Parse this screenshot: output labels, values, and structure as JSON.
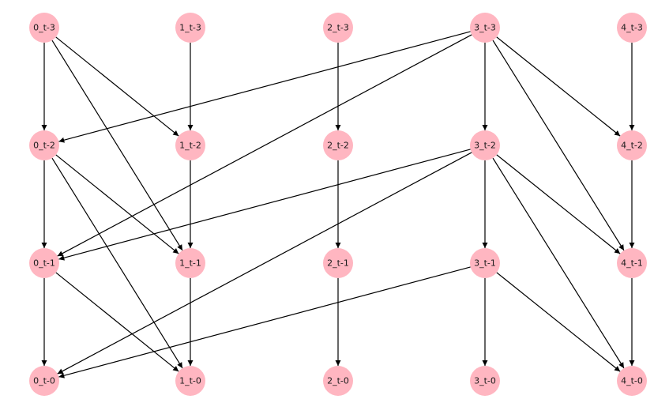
{
  "graph": {
    "node_color": "#ffb6c1",
    "edge_color": "#000000",
    "label_color": "#1a1a1a",
    "nodes": [
      {
        "id": "0_t-3",
        "label": "0_t-3",
        "col": 0,
        "row": 0
      },
      {
        "id": "1_t-3",
        "label": "1_t-3",
        "col": 1,
        "row": 0
      },
      {
        "id": "2_t-3",
        "label": "2_t-3",
        "col": 2,
        "row": 0
      },
      {
        "id": "3_t-3",
        "label": "3_t-3",
        "col": 3,
        "row": 0
      },
      {
        "id": "4_t-3",
        "label": "4_t-3",
        "col": 4,
        "row": 0
      },
      {
        "id": "0_t-2",
        "label": "0_t-2",
        "col": 0,
        "row": 1
      },
      {
        "id": "1_t-2",
        "label": "1_t-2",
        "col": 1,
        "row": 1
      },
      {
        "id": "2_t-2",
        "label": "2_t-2",
        "col": 2,
        "row": 1
      },
      {
        "id": "3_t-2",
        "label": "3_t-2",
        "col": 3,
        "row": 1
      },
      {
        "id": "4_t-2",
        "label": "4_t-2",
        "col": 4,
        "row": 1
      },
      {
        "id": "0_t-1",
        "label": "0_t-1",
        "col": 0,
        "row": 2
      },
      {
        "id": "1_t-1",
        "label": "1_t-1",
        "col": 1,
        "row": 2
      },
      {
        "id": "2_t-1",
        "label": "2_t-1",
        "col": 2,
        "row": 2
      },
      {
        "id": "3_t-1",
        "label": "3_t-1",
        "col": 3,
        "row": 2
      },
      {
        "id": "4_t-1",
        "label": "4_t-1",
        "col": 4,
        "row": 2
      },
      {
        "id": "0_t-0",
        "label": "0_t-0",
        "col": 0,
        "row": 3
      },
      {
        "id": "1_t-0",
        "label": "1_t-0",
        "col": 1,
        "row": 3
      },
      {
        "id": "2_t-0",
        "label": "2_t-0",
        "col": 2,
        "row": 3
      },
      {
        "id": "3_t-0",
        "label": "3_t-0",
        "col": 3,
        "row": 3
      },
      {
        "id": "4_t-0",
        "label": "4_t-0",
        "col": 4,
        "row": 3
      }
    ],
    "edges": [
      {
        "from": "0_t-3",
        "to": "0_t-2"
      },
      {
        "from": "0_t-3",
        "to": "1_t-2"
      },
      {
        "from": "0_t-3",
        "to": "1_t-1"
      },
      {
        "from": "1_t-3",
        "to": "1_t-2"
      },
      {
        "from": "2_t-3",
        "to": "2_t-2"
      },
      {
        "from": "3_t-3",
        "to": "0_t-2"
      },
      {
        "from": "3_t-3",
        "to": "0_t-1"
      },
      {
        "from": "3_t-3",
        "to": "3_t-2"
      },
      {
        "from": "3_t-3",
        "to": "4_t-2"
      },
      {
        "from": "3_t-3",
        "to": "4_t-1"
      },
      {
        "from": "4_t-3",
        "to": "4_t-2"
      },
      {
        "from": "0_t-2",
        "to": "0_t-1"
      },
      {
        "from": "0_t-2",
        "to": "1_t-1"
      },
      {
        "from": "0_t-2",
        "to": "1_t-0"
      },
      {
        "from": "1_t-2",
        "to": "1_t-1"
      },
      {
        "from": "2_t-2",
        "to": "2_t-1"
      },
      {
        "from": "3_t-2",
        "to": "0_t-1"
      },
      {
        "from": "3_t-2",
        "to": "0_t-0"
      },
      {
        "from": "3_t-2",
        "to": "3_t-1"
      },
      {
        "from": "3_t-2",
        "to": "4_t-1"
      },
      {
        "from": "3_t-2",
        "to": "4_t-0"
      },
      {
        "from": "4_t-2",
        "to": "4_t-1"
      },
      {
        "from": "0_t-1",
        "to": "0_t-0"
      },
      {
        "from": "0_t-1",
        "to": "1_t-0"
      },
      {
        "from": "1_t-1",
        "to": "1_t-0"
      },
      {
        "from": "2_t-1",
        "to": "2_t-0"
      },
      {
        "from": "3_t-1",
        "to": "0_t-0"
      },
      {
        "from": "3_t-1",
        "to": "3_t-0"
      },
      {
        "from": "3_t-1",
        "to": "4_t-0"
      },
      {
        "from": "4_t-1",
        "to": "4_t-0"
      }
    ]
  }
}
